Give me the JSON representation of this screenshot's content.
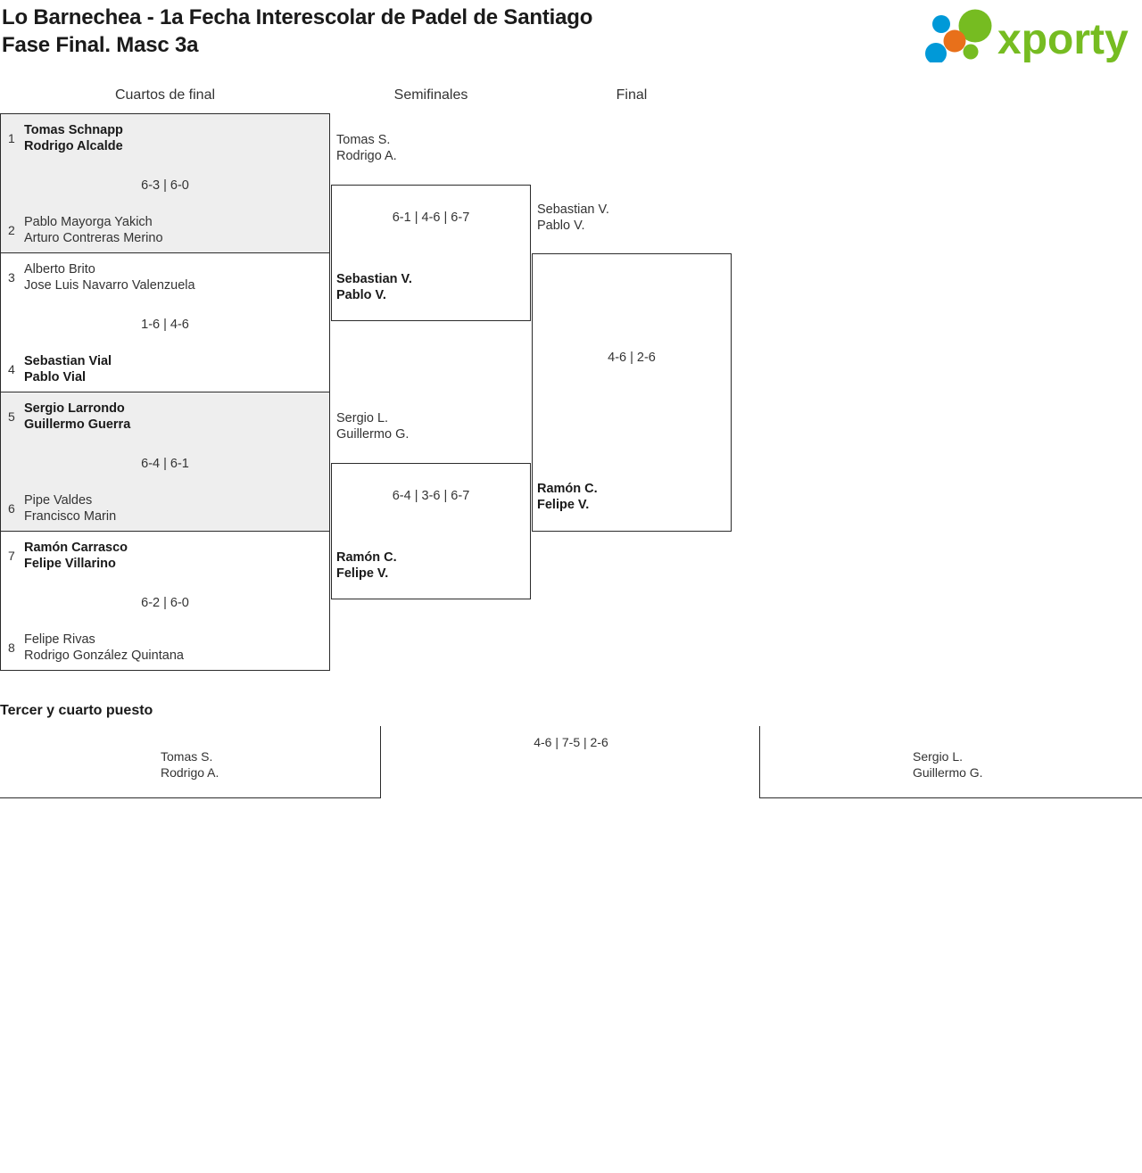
{
  "header": {
    "title_line1": "Lo Barnechea - 1a Fecha Interescolar de Padel de Santiago",
    "title_line2": "Fase Final. Masc 3a",
    "logo_text": "xporty",
    "logo_colors": {
      "green": "#76bc21",
      "blue": "#0099d8",
      "orange": "#e8701a"
    }
  },
  "rounds": [
    {
      "key": "qf",
      "label": "Cuartos de final"
    },
    {
      "key": "sf",
      "label": "Semifinales"
    },
    {
      "key": "f",
      "label": "Final"
    }
  ],
  "quarterfinals": [
    {
      "score": "6-3 | 6-0",
      "shaded": true,
      "top": {
        "seed": "1",
        "line1": "Tomas Schnapp",
        "line2": "Rodrigo Alcalde",
        "winner": true
      },
      "bottom": {
        "seed": "2",
        "line1": "Pablo Mayorga Yakich",
        "line2": "Arturo Contreras Merino",
        "winner": false
      }
    },
    {
      "score": "1-6 | 4-6",
      "shaded": false,
      "top": {
        "seed": "3",
        "line1": "Alberto Brito",
        "line2": "Jose Luis Navarro Valenzuela",
        "winner": false
      },
      "bottom": {
        "seed": "4",
        "line1": "Sebastian Vial",
        "line2": "Pablo Vial",
        "winner": true
      }
    },
    {
      "score": "6-4 | 6-1",
      "shaded": true,
      "top": {
        "seed": "5",
        "line1": "Sergio Larrondo",
        "line2": "Guillermo Guerra",
        "winner": true
      },
      "bottom": {
        "seed": "6",
        "line1": "Pipe Valdes",
        "line2": "Francisco Marin",
        "winner": false
      }
    },
    {
      "score": "6-2 | 6-0",
      "shaded": false,
      "top": {
        "seed": "7",
        "line1": "Ramón Carrasco",
        "line2": "Felipe Villarino",
        "winner": true
      },
      "bottom": {
        "seed": "8",
        "line1": "Felipe Rivas",
        "line2": "Rodrigo González Quintana",
        "winner": false
      }
    }
  ],
  "semifinals": [
    {
      "score": "6-1 | 4-6 | 6-7",
      "top": {
        "line1": "Tomas S.",
        "line2": "Rodrigo A.",
        "winner": false
      },
      "bottom": {
        "line1": "Sebastian V.",
        "line2": "Pablo V.",
        "winner": true
      }
    },
    {
      "score": "6-4 | 3-6 | 6-7",
      "top": {
        "line1": "Sergio L.",
        "line2": "Guillermo G.",
        "winner": false
      },
      "bottom": {
        "line1": "Ramón C.",
        "line2": "Felipe V.",
        "winner": true
      }
    }
  ],
  "final": {
    "score": "4-6 | 2-6",
    "top": {
      "line1": "Sebastian V.",
      "line2": "Pablo V.",
      "winner": false
    },
    "bottom": {
      "line1": "Ramón C.",
      "line2": "Felipe V.",
      "winner": true
    }
  },
  "third_place": {
    "title": "Tercer y cuarto puesto",
    "score": "4-6 | 7-5 | 2-6",
    "left": {
      "line1": "Tomas S.",
      "line2": "Rodrigo A.",
      "winner": false
    },
    "right": {
      "line1": "Sergio L.",
      "line2": "Guillermo G.",
      "winner": false
    }
  }
}
